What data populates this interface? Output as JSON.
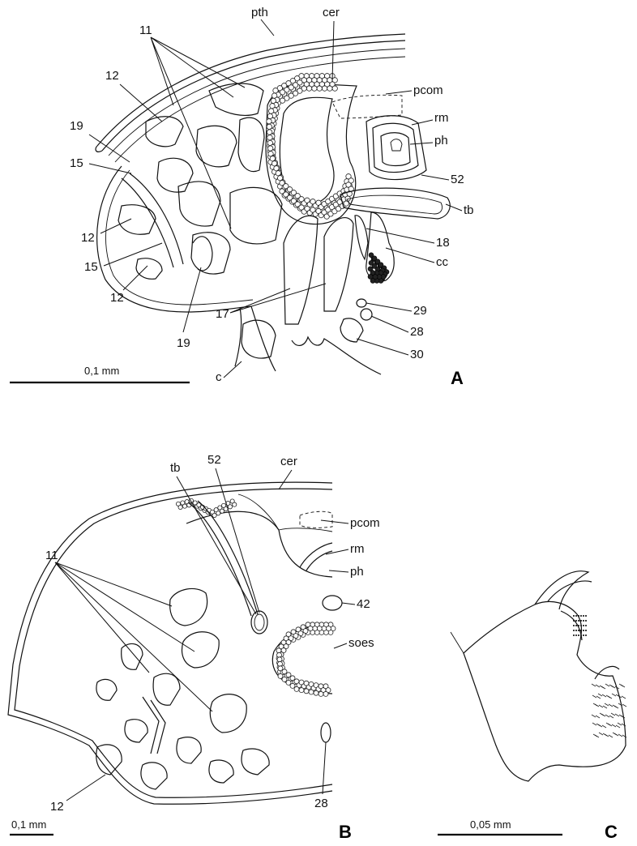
{
  "panels": {
    "a": {
      "letter": "A",
      "scale_label": "0,1 mm",
      "labels": {
        "pth": "pth",
        "cer": "cer",
        "n11": "11",
        "n12a": "12",
        "pcom": "pcom",
        "rm": "rm",
        "ph": "ph",
        "n19a": "19",
        "n15a": "15",
        "n52": "52",
        "tb": "tb",
        "n12b": "12",
        "n18": "18",
        "cc": "cc",
        "n15b": "15",
        "n12c": "12",
        "n29": "29",
        "n17": "17",
        "n28": "28",
        "n19b": "19",
        "n30": "30",
        "c": "c"
      }
    },
    "b": {
      "letter": "B",
      "scale_label": "0,1 mm",
      "labels": {
        "tb": "tb",
        "n52": "52",
        "cer": "cer",
        "pcom": "pcom",
        "n11": "11",
        "rm": "rm",
        "ph": "ph",
        "n42": "42",
        "soes": "soes",
        "n12": "12",
        "n28": "28"
      }
    },
    "c": {
      "letter": "C",
      "scale_label": "0,05 mm"
    }
  }
}
